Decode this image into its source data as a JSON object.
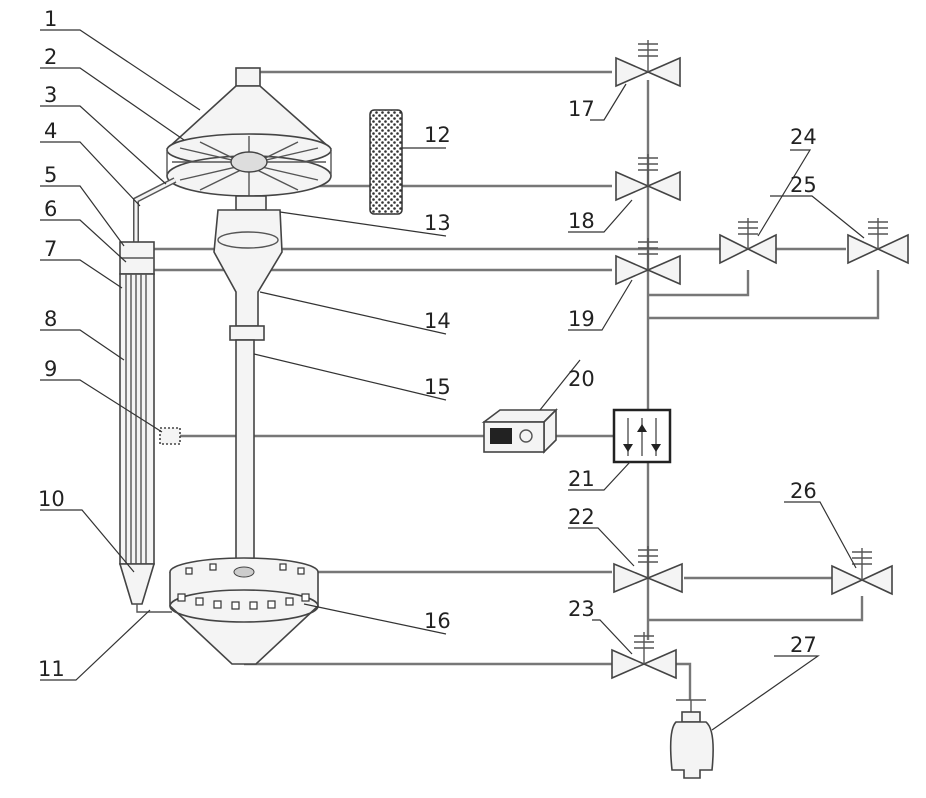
{
  "labels": {
    "n1": "1",
    "n2": "2",
    "n3": "3",
    "n4": "4",
    "n5": "5",
    "n6": "6",
    "n7": "7",
    "n8": "8",
    "n9": "9",
    "n10": "10",
    "n11": "11",
    "n12": "12",
    "n13": "13",
    "n14": "14",
    "n15": "15",
    "n16": "16",
    "n17": "17",
    "n18": "18",
    "n19": "19",
    "n20": "20",
    "n21": "21",
    "n22": "22",
    "n23": "23",
    "n24": "24",
    "n25": "25",
    "n26": "26",
    "n27": "27"
  },
  "colors": {
    "line": "#333333",
    "pipe": "#777777",
    "fill": "#f4f4f4"
  }
}
